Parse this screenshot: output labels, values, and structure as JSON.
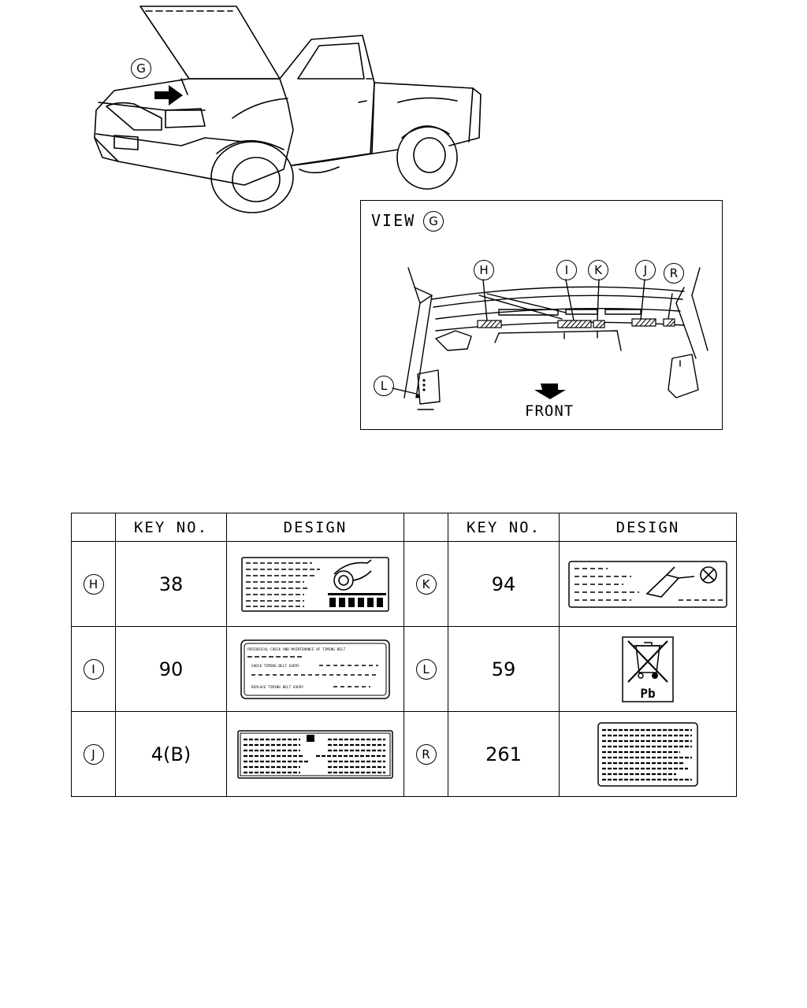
{
  "callouts": {
    "g": "G",
    "h": "H",
    "i": "I",
    "k": "K",
    "j": "J",
    "r": "R",
    "l": "L"
  },
  "view": {
    "title": "VIEW",
    "view_letter": "G",
    "front_label": "FRONT"
  },
  "table": {
    "headers": {
      "key_no": "KEY NO.",
      "design": "DESIGN"
    },
    "rows": [
      {
        "left": {
          "letter": "H",
          "key_no": "38",
          "design": "timing-belt-label-icon"
        },
        "right": {
          "letter": "K",
          "key_no": "94",
          "design": "no-jack-label-icon"
        }
      },
      {
        "left": {
          "letter": "I",
          "key_no": "90",
          "design": "timing-belt-notice-label-icon",
          "design_text": [
            "PERIODICAL CHECK AND MAINTENANCE OF TIMING BELT",
            "CHECK TIMING BELT EVERY",
            "REPLACE TIMING BELT EVERY"
          ]
        },
        "right": {
          "letter": "L",
          "key_no": "59",
          "design": "battery-recycle-pb-icon",
          "design_text": [
            "Pb"
          ]
        }
      },
      {
        "left": {
          "letter": "J",
          "key_no": "4(B)",
          "design": "emission-label-icon"
        },
        "right": {
          "letter": "R",
          "key_no": "261",
          "design": "text-block-label-icon"
        }
      }
    ]
  }
}
